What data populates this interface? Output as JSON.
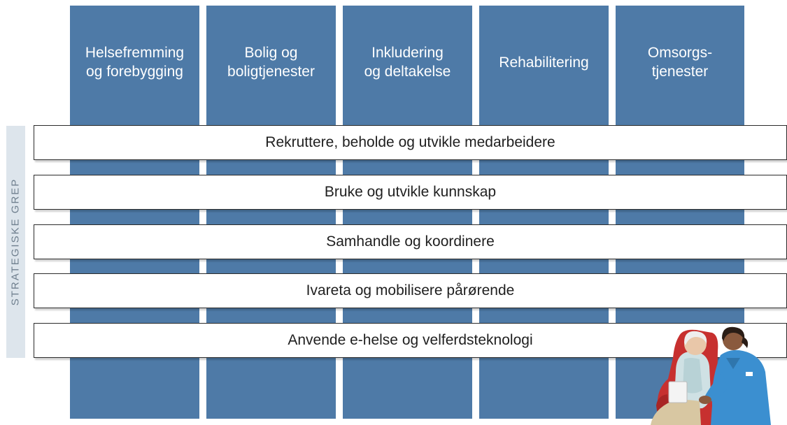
{
  "colors": {
    "pillar": "#4e7aa7",
    "side_bar": "#dde5ec",
    "side_label": "#6f7f8e",
    "band_border": "#2b2b2b"
  },
  "pillars": [
    {
      "label": "Helsefremming\nog forebygging"
    },
    {
      "label": "Bolig og\nboligtjenester"
    },
    {
      "label": "Inkludering\nog deltakelse"
    },
    {
      "label": "Rehabilitering"
    },
    {
      "label": "Omsorgs-\ntjenester"
    }
  ],
  "side_label": "STRATEGISKE GREP",
  "bands": [
    {
      "label": "Rekruttere, beholde og utvikle medarbeidere"
    },
    {
      "label": "Bruke og utvikle kunnskap"
    },
    {
      "label": "Samhandle og koordinere"
    },
    {
      "label": "Ivareta og mobilisere pårørende"
    },
    {
      "label": "Anvende e-helse og velferdsteknologi"
    }
  ],
  "illustration": {
    "icon": "caregiver-with-elderly-patient-icon"
  }
}
